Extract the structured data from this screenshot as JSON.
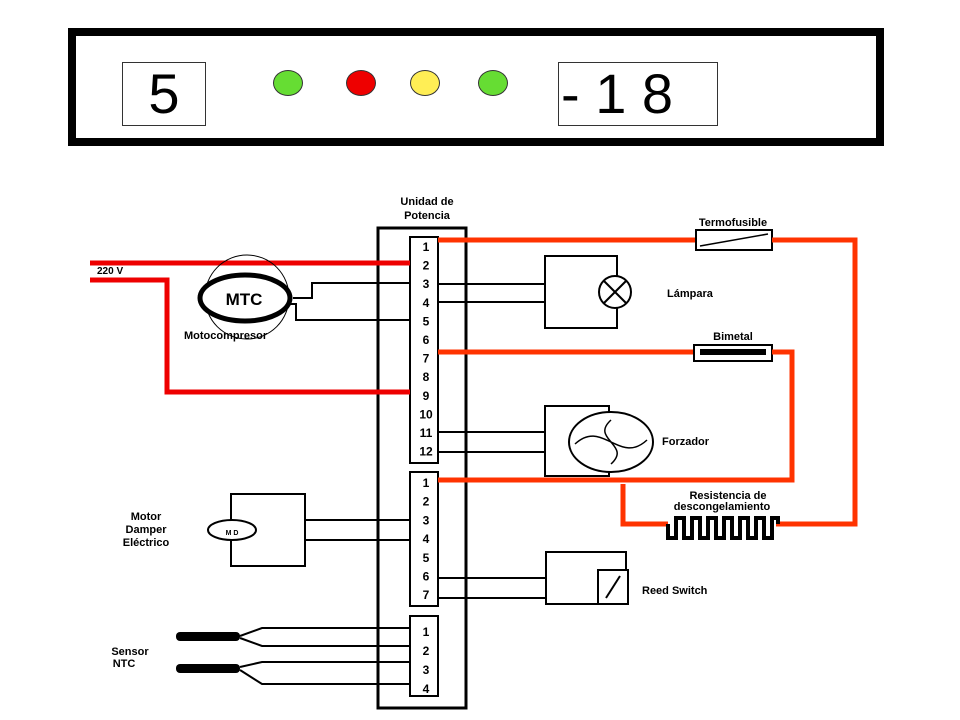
{
  "panel": {
    "display_left": "5",
    "display_right": "- 1 8",
    "indicators": [
      {
        "name": "indicator-1",
        "color": "#66dd33"
      },
      {
        "name": "indicator-2",
        "color": "#ee0000"
      },
      {
        "name": "indicator-3",
        "color": "#ffee55"
      },
      {
        "name": "indicator-4",
        "color": "#66dd33"
      }
    ]
  },
  "colors": {
    "power_wire": "#ee0000",
    "circuit_wire": "#ff3300",
    "line": "#000000"
  },
  "diagram": {
    "unit_title_line1": "Unidad de",
    "unit_title_line2": "Potencia",
    "supply": "220 V",
    "motocompresor_symbol": "MTC",
    "motocompresor": "Motocompresor",
    "termofusible": "Termofusible",
    "lampara": "Lámpara",
    "bimetal": "Bimetal",
    "forzador": "Forzador",
    "resistencia_line1": "Resistencia de",
    "resistencia_line2": "descongelamiento",
    "damper_line1": "Motor",
    "damper_line2": "Damper",
    "damper_line3": "Eléctrico",
    "damper_symbol": "M D",
    "reed_switch": "Reed Switch",
    "sensor_line1": "Sensor",
    "sensor_line2": "NTC",
    "connector_a": [
      "1",
      "2",
      "3",
      "4",
      "5",
      "6",
      "7",
      "8",
      "9",
      "10",
      "11",
      "12"
    ],
    "connector_b": [
      "1",
      "2",
      "3",
      "4",
      "5",
      "6",
      "7"
    ],
    "connector_c": [
      "1",
      "2",
      "3",
      "4"
    ]
  }
}
